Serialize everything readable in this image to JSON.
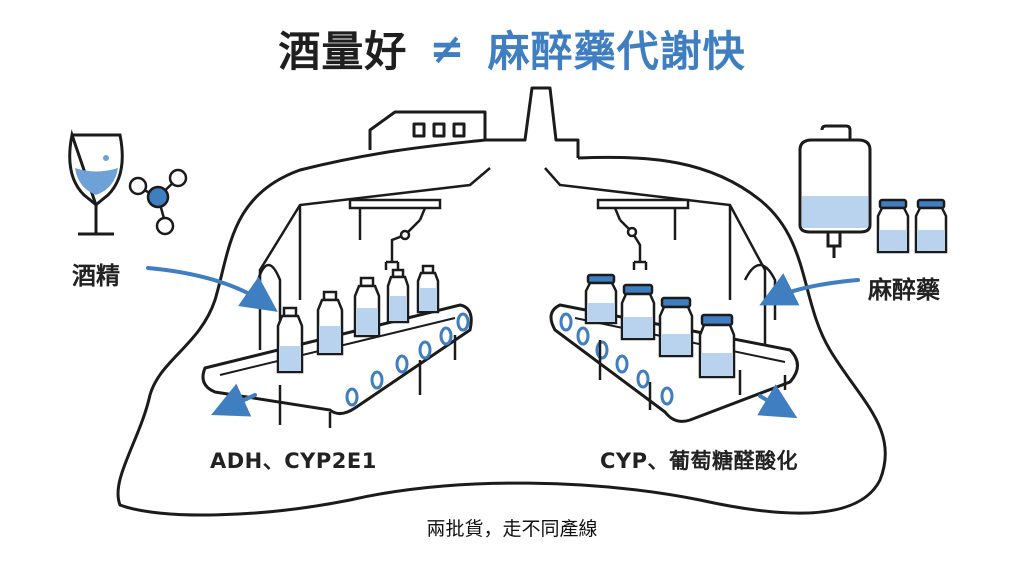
{
  "title": {
    "part1": "酒量好",
    "symbol": "≠",
    "part2": "麻醉藥代謝快"
  },
  "labels": {
    "alcohol": "酒精",
    "anesthetic": "麻醉藥",
    "left_enzymes": "ADH、CYP2E1",
    "right_enzymes": "CYP、葡萄糖醛酸化",
    "caption": "兩批貨，走不同產線"
  },
  "colors": {
    "accent_blue": "#3f7fc1",
    "title_dark": "#1f1f1f",
    "liquid_blue": "#b9d3ef",
    "outline": "#1b1b1b"
  },
  "icons": {
    "left_input": "wine-glass-icon",
    "molecule": "molecule-icon",
    "right_input": "iv-bag-icon",
    "vials": "vial-icon",
    "factory": "factory-icon"
  }
}
